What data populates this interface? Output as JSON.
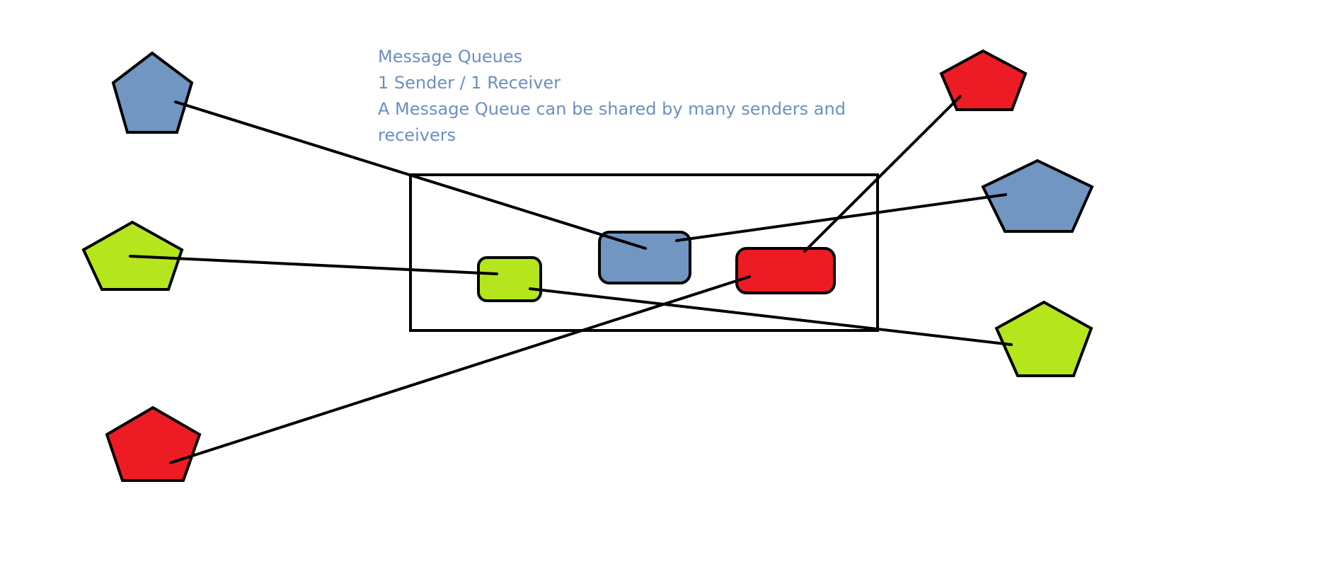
{
  "annotation": {
    "line1": "Message Queues",
    "line2": "1 Sender / 1 Receiver",
    "line3": "A Message Queue can be shared by many senders and receivers"
  },
  "colors": {
    "blue": "#7196c2",
    "green": "#b5e51d",
    "red": "#ed1c24",
    "outline": "#000000",
    "text": "#6b8fc2"
  },
  "diagram": {
    "kernel_box": "queue-container",
    "queues": [
      {
        "id": "queue-blue",
        "color": "blue"
      },
      {
        "id": "queue-green",
        "color": "green"
      },
      {
        "id": "queue-red",
        "color": "red"
      }
    ],
    "processes": [
      {
        "id": "process-blue-left",
        "color": "blue",
        "connects_to": "queue-blue"
      },
      {
        "id": "process-green-left",
        "color": "green",
        "connects_to": "queue-green"
      },
      {
        "id": "process-red-left",
        "color": "red",
        "connects_to": "queue-red"
      },
      {
        "id": "process-red-right",
        "color": "red",
        "connects_to": "queue-red"
      },
      {
        "id": "process-blue-right",
        "color": "blue",
        "connects_to": "queue-blue"
      },
      {
        "id": "process-green-right",
        "color": "green",
        "connects_to": "queue-green"
      }
    ]
  }
}
